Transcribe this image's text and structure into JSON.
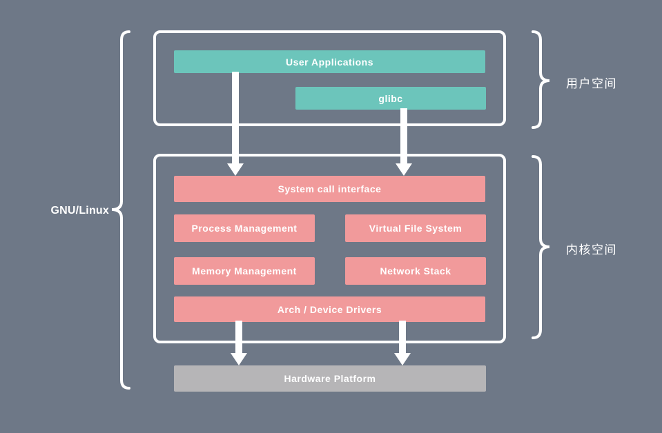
{
  "diagram": {
    "system_label": "GNU/Linux",
    "user_space": {
      "side_label": "用户空间",
      "user_applications": "User Applications",
      "glibc": "glibc"
    },
    "kernel_space": {
      "side_label": "内核空间",
      "system_call_interface": "System call interface",
      "process_management": "Process Management",
      "virtual_file_system": "Virtual File System",
      "memory_management": "Memory Management",
      "network_stack": "Network Stack",
      "arch_device_drivers": "Arch / Device Drivers"
    },
    "hardware_platform": "Hardware Platform",
    "colors": {
      "background": "#6e7887",
      "user_space_block": "#6cc5bb",
      "kernel_block": "#f19a9b",
      "hardware_block": "#b6b5b7",
      "frame_border": "#ffffff",
      "label_text": "#ffffff"
    }
  }
}
